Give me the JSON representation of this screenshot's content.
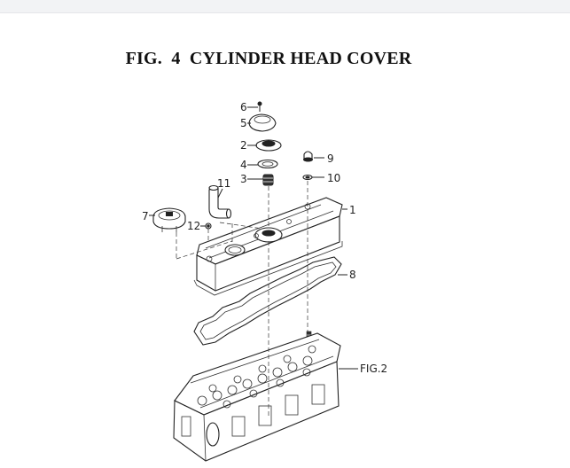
{
  "figure": {
    "title": "FIG.  4  CYLINDER HEAD COVER"
  },
  "callouts": {
    "c1": "1",
    "c2": "2",
    "c3": "3",
    "c4": "4",
    "c5": "5",
    "c6": "6",
    "c7": "7",
    "c8": "8",
    "c9": "9",
    "c10": "10",
    "c11": "11",
    "c12": "12",
    "fig2": "FIG.2"
  }
}
